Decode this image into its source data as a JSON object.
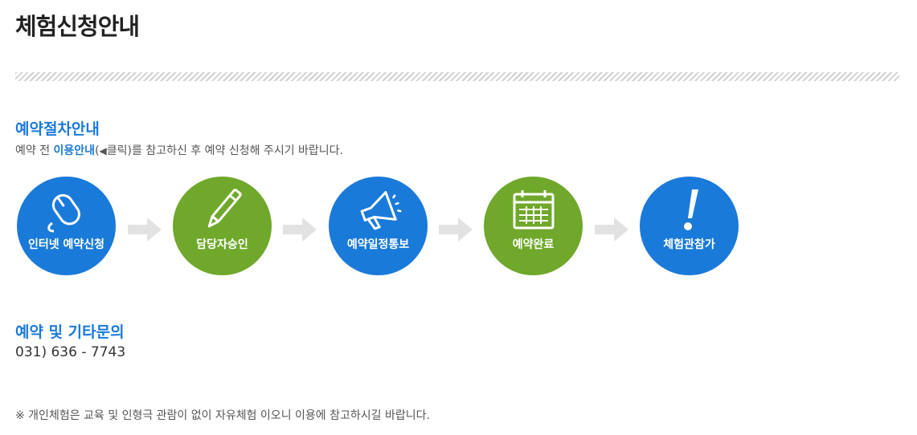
{
  "page": {
    "title": "체험신청안내"
  },
  "procedure": {
    "title": "예약절차안내",
    "guide_prefix": "예약 전 ",
    "guide_link": "이용안내",
    "guide_open": "(",
    "guide_arrow": "◀",
    "guide_suffix": "클릭)를 참고하신 후 예약 신청해 주시기 바랍니다."
  },
  "steps": [
    {
      "label": "인터넷 예약신청",
      "icon": "mouse-icon",
      "color": "#1a7ad9"
    },
    {
      "label": "담당자승인",
      "icon": "pen-icon",
      "color": "#6fa82a"
    },
    {
      "label": "예약일정통보",
      "icon": "megaphone-icon",
      "color": "#1a7ad9"
    },
    {
      "label": "예약완료",
      "icon": "calendar-icon",
      "color": "#6fa82a"
    },
    {
      "label": "체험관참가",
      "icon": "exclamation-icon",
      "color": "#1a7ad9"
    }
  ],
  "contact": {
    "title": "예약 및 기타문의",
    "phone": "031) 636 - 7743"
  },
  "note": "※ 개인체험은 교육 및 인형극 관람이 없이 자유체험 이오니 이용에 참고하시길 바랍니다."
}
